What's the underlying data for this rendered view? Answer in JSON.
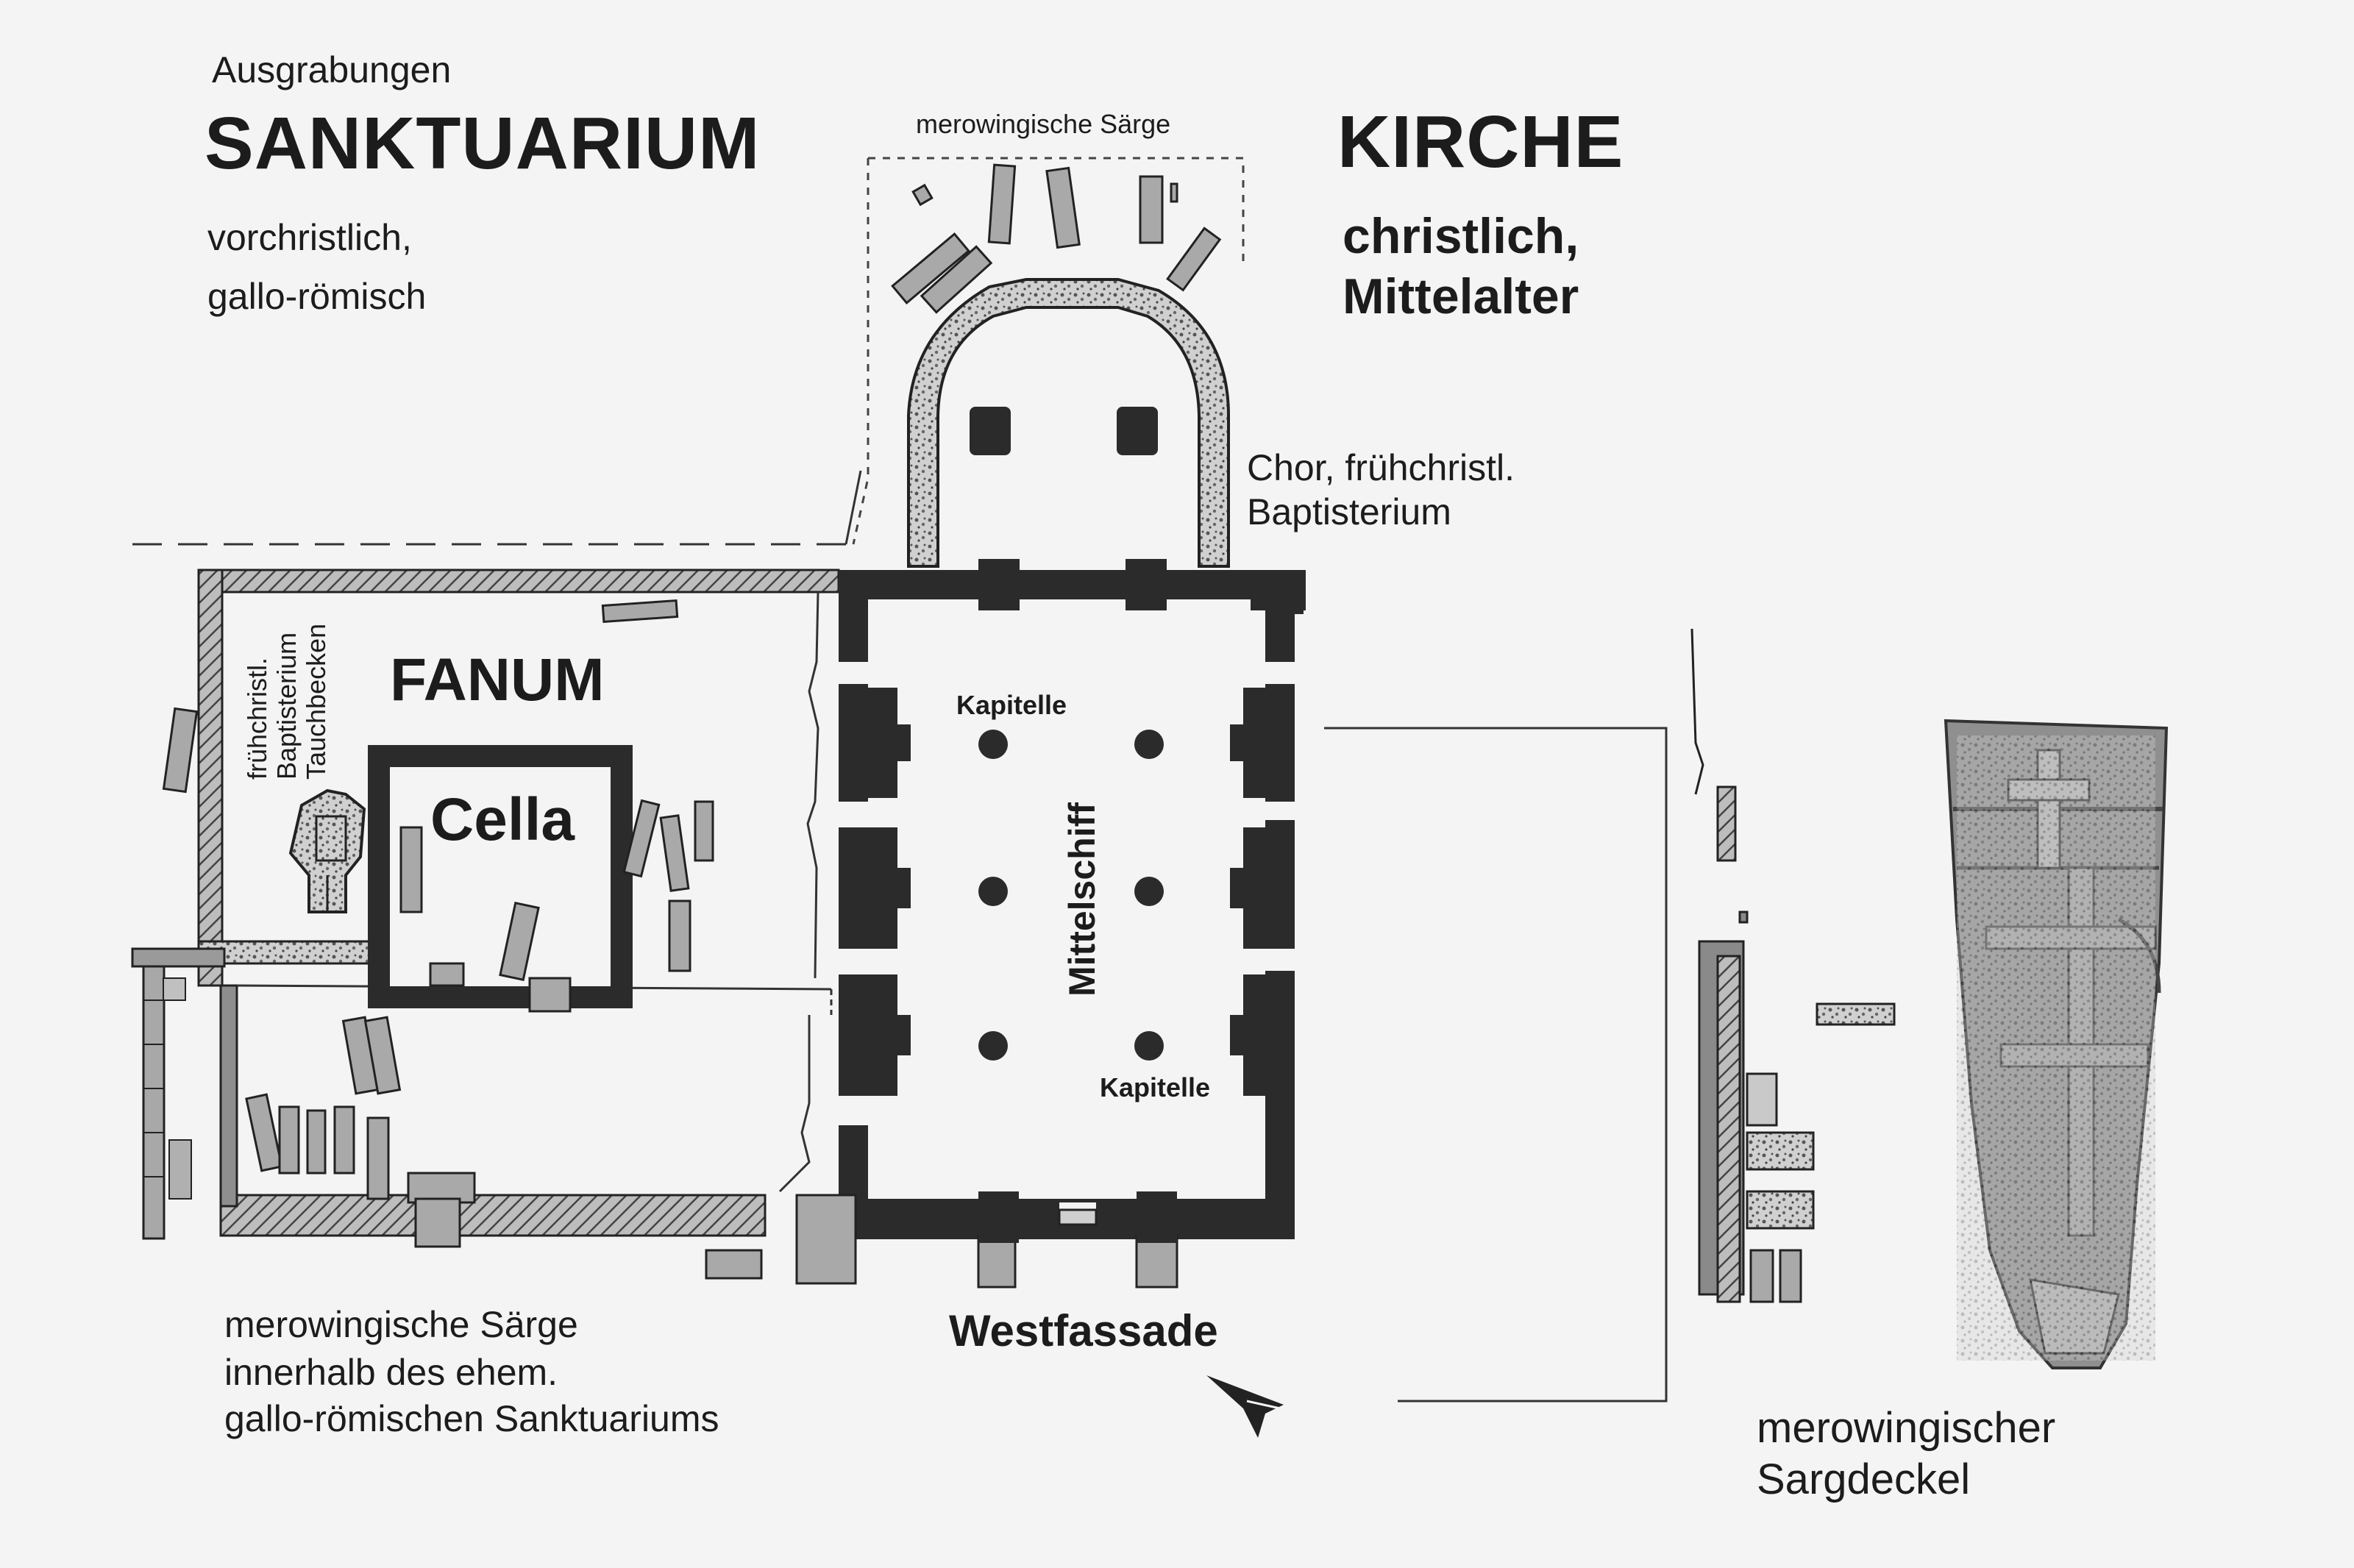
{
  "header_left": {
    "kicker": "Ausgrabungen",
    "title": "SANKTUARIUM",
    "subtitle_line1": "vorchristlich,",
    "subtitle_line2": "gallo-römisch"
  },
  "header_right": {
    "title": "KIRCHE",
    "subtitle_line1": "christlich,",
    "subtitle_line2": "Mittelalter"
  },
  "labels": {
    "graves_top": "merowingische Särge",
    "choir_line1": "Chor, frühchristl.",
    "choir_line2": "Baptisterium",
    "fanum": "FANUM",
    "cella": "Cella",
    "baptistery_line1": "frühchristl.",
    "baptistery_line2": "Baptisterium",
    "baptistery_line3": "Tauchbecken",
    "capital_top": "Kapitelle",
    "capital_bottom": "Kapitelle",
    "nave": "Mittelschiff",
    "west_facade": "Westfassade",
    "graves_bottom_line1": "merowingische Särge",
    "graves_bottom_line2": "innerhalb des ehem.",
    "graves_bottom_line3": "gallo-römischen Sanktuariums",
    "lid_line1": "merowingischer",
    "lid_line2": "Sargdeckel"
  },
  "colors": {
    "background": "#f4f4f4",
    "wall_dark": "#2b2b2b",
    "wall_hatched": "#8a8a8a",
    "coffin_fill": "#a9a9a9",
    "lid_fill": "#8f8f8f"
  }
}
